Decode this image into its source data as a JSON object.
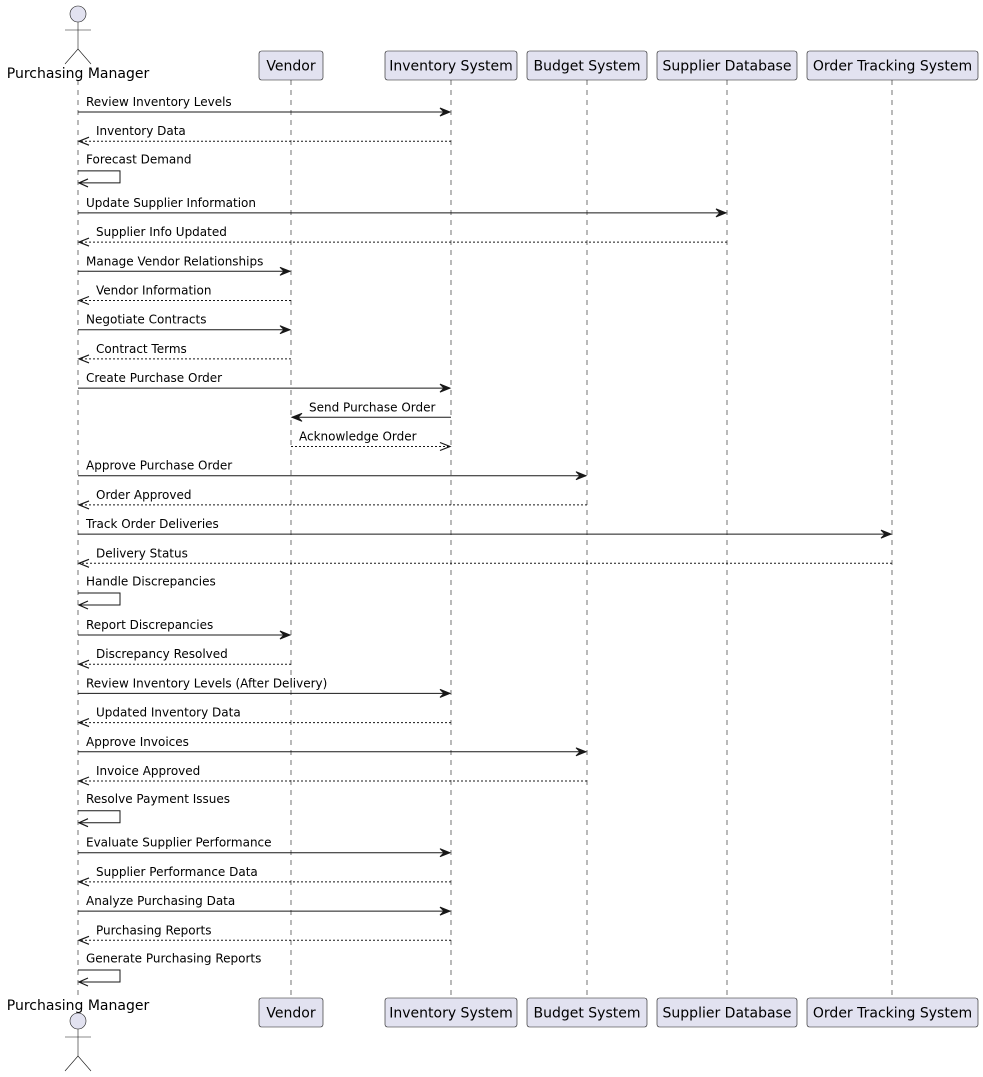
{
  "participants": [
    {
      "id": "pm",
      "label": "Purchasing Manager",
      "kind": "actor"
    },
    {
      "id": "vendor",
      "label": "Vendor",
      "kind": "participant"
    },
    {
      "id": "inv",
      "label": "Inventory System",
      "kind": "participant"
    },
    {
      "id": "budget",
      "label": "Budget System",
      "kind": "participant"
    },
    {
      "id": "supplier",
      "label": "Supplier Database",
      "kind": "participant"
    },
    {
      "id": "ots",
      "label": "Order Tracking System",
      "kind": "participant"
    }
  ],
  "messages": [
    {
      "from": "pm",
      "to": "inv",
      "label": "Review Inventory Levels",
      "type": "sync"
    },
    {
      "from": "inv",
      "to": "pm",
      "label": "Inventory Data",
      "type": "reply"
    },
    {
      "from": "pm",
      "to": "pm",
      "label": "Forecast Demand",
      "type": "self"
    },
    {
      "from": "pm",
      "to": "supplier",
      "label": "Update Supplier Information",
      "type": "sync"
    },
    {
      "from": "supplier",
      "to": "pm",
      "label": "Supplier Info Updated",
      "type": "reply"
    },
    {
      "from": "pm",
      "to": "vendor",
      "label": "Manage Vendor Relationships",
      "type": "sync"
    },
    {
      "from": "vendor",
      "to": "pm",
      "label": "Vendor Information",
      "type": "reply"
    },
    {
      "from": "pm",
      "to": "vendor",
      "label": "Negotiate Contracts",
      "type": "sync"
    },
    {
      "from": "vendor",
      "to": "pm",
      "label": "Contract Terms",
      "type": "reply"
    },
    {
      "from": "pm",
      "to": "inv",
      "label": "Create Purchase Order",
      "type": "sync"
    },
    {
      "from": "inv",
      "to": "vendor",
      "label": "Send Purchase Order",
      "type": "sync"
    },
    {
      "from": "vendor",
      "to": "inv",
      "label": "Acknowledge Order",
      "type": "reply"
    },
    {
      "from": "pm",
      "to": "budget",
      "label": "Approve Purchase Order",
      "type": "sync"
    },
    {
      "from": "budget",
      "to": "pm",
      "label": "Order Approved",
      "type": "reply"
    },
    {
      "from": "pm",
      "to": "ots",
      "label": "Track Order Deliveries",
      "type": "sync"
    },
    {
      "from": "ots",
      "to": "pm",
      "label": "Delivery Status",
      "type": "reply"
    },
    {
      "from": "pm",
      "to": "pm",
      "label": "Handle Discrepancies",
      "type": "self"
    },
    {
      "from": "pm",
      "to": "vendor",
      "label": "Report Discrepancies",
      "type": "sync"
    },
    {
      "from": "vendor",
      "to": "pm",
      "label": "Discrepancy Resolved",
      "type": "reply"
    },
    {
      "from": "pm",
      "to": "inv",
      "label": "Review Inventory Levels (After Delivery)",
      "type": "sync"
    },
    {
      "from": "inv",
      "to": "pm",
      "label": "Updated Inventory Data",
      "type": "reply"
    },
    {
      "from": "pm",
      "to": "budget",
      "label": "Approve Invoices",
      "type": "sync"
    },
    {
      "from": "budget",
      "to": "pm",
      "label": "Invoice Approved",
      "type": "reply"
    },
    {
      "from": "pm",
      "to": "pm",
      "label": "Resolve Payment Issues",
      "type": "self"
    },
    {
      "from": "pm",
      "to": "inv",
      "label": "Evaluate Supplier Performance",
      "type": "sync"
    },
    {
      "from": "inv",
      "to": "pm",
      "label": "Supplier Performance Data",
      "type": "reply"
    },
    {
      "from": "pm",
      "to": "inv",
      "label": "Analyze Purchasing Data",
      "type": "sync"
    },
    {
      "from": "inv",
      "to": "pm",
      "label": "Purchasing Reports",
      "type": "reply"
    },
    {
      "from": "pm",
      "to": "pm",
      "label": "Generate Purchasing Reports",
      "type": "self"
    }
  ],
  "colors": {
    "participant_fill": "#E2E2F0",
    "participant_border": "#181818",
    "lifeline": "#181818",
    "arrow": "#181818"
  }
}
